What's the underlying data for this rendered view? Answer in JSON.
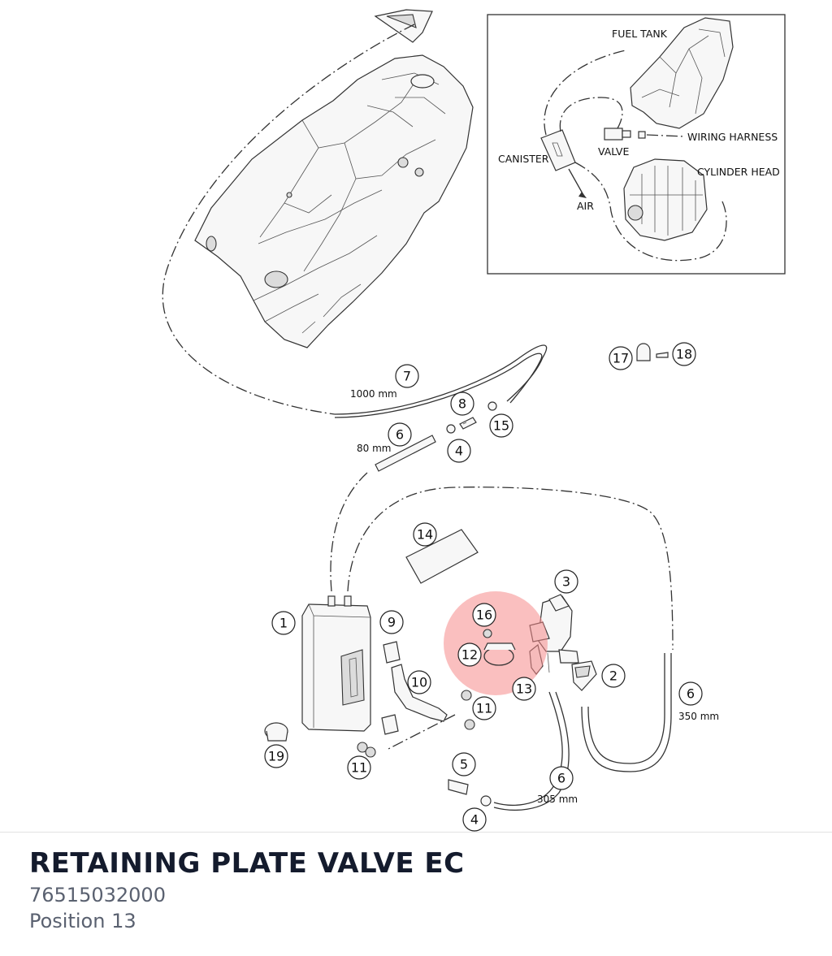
{
  "inset": {
    "labels": {
      "fuel_tank": "FUEL TANK",
      "wiring_harness": "WIRING HARNESS",
      "valve": "VALVE",
      "canister": "CANISTER",
      "cylinder_head": "CYLINDER HEAD",
      "air": "AIR"
    }
  },
  "callouts": [
    {
      "id": "c1",
      "num": "1"
    },
    {
      "id": "c2",
      "num": "2"
    },
    {
      "id": "c3",
      "num": "3"
    },
    {
      "id": "c4a",
      "num": "4"
    },
    {
      "id": "c4b",
      "num": "4"
    },
    {
      "id": "c5",
      "num": "5"
    },
    {
      "id": "c6a",
      "num": "6"
    },
    {
      "id": "c6b",
      "num": "6"
    },
    {
      "id": "c6c",
      "num": "6"
    },
    {
      "id": "c7",
      "num": "7"
    },
    {
      "id": "c8",
      "num": "8"
    },
    {
      "id": "c9",
      "num": "9"
    },
    {
      "id": "c10",
      "num": "10"
    },
    {
      "id": "c11a",
      "num": "11"
    },
    {
      "id": "c11b",
      "num": "11"
    },
    {
      "id": "c12",
      "num": "12"
    },
    {
      "id": "c13",
      "num": "13"
    },
    {
      "id": "c14",
      "num": "14"
    },
    {
      "id": "c15",
      "num": "15"
    },
    {
      "id": "c16",
      "num": "16"
    },
    {
      "id": "c17",
      "num": "17"
    },
    {
      "id": "c18",
      "num": "18"
    },
    {
      "id": "c19",
      "num": "19"
    }
  ],
  "lengths": {
    "hose_7": "1000 mm",
    "hose_6_short": "80 mm",
    "hose_6_right": "350 mm",
    "hose_6_bottom": "305 mm"
  },
  "highlight": {
    "positions": [
      "12",
      "16"
    ],
    "color": "#f58a8a"
  },
  "part": {
    "name": "RETAINING PLATE VALVE EC",
    "number": "76515032000",
    "position": "Position 13"
  }
}
